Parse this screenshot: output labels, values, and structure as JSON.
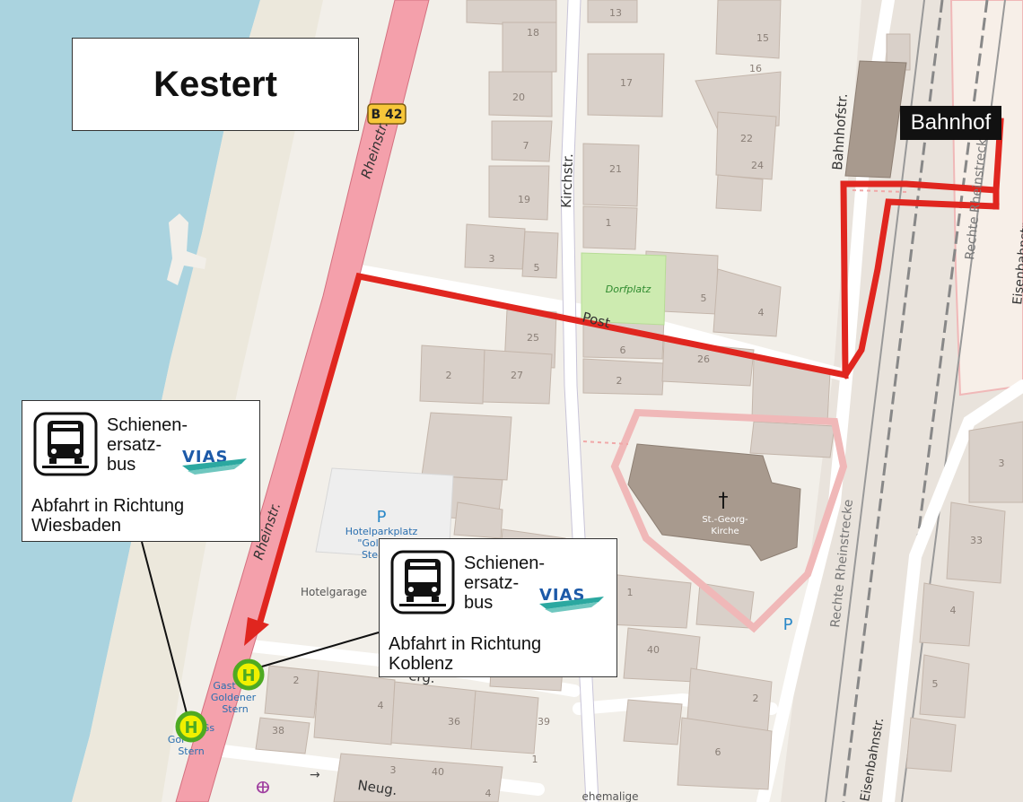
{
  "title": "Kestert",
  "station_label": "Bahnhof",
  "colors": {
    "water": "#aad3df",
    "shore": "#efe7d0",
    "land": "#f2efe9",
    "primary_road": "#f4a0ab",
    "primary_road_edge": "#d4707f",
    "building": "#d9d0c9",
    "building_edge": "#c4b6ab",
    "church": "#a89a8e",
    "green": "#cdebb0",
    "route": "#e0261f",
    "stop_yellow": "#f0f000",
    "stop_green": "#4eaa22",
    "vias_blue": "#1d5aa8",
    "vias_teal": "#2ba8a0"
  },
  "map": {
    "roads": {
      "rheinstr_north": "Rheinstr.",
      "rheinstr_south": "Rheinstr.",
      "kirchstr": "Kirchstr.",
      "bahnhofstr": "Bahnhofstr.",
      "post": "Post",
      "neug": "Neug.",
      "erg": "erg.",
      "rechte_rheinstrecke_south": "Rechte Rheinstrecke",
      "rechte_rheinstrecke_north": "Rechte Rheinstrecke",
      "eisenbahnstr_north": "Eisenbahnstr.",
      "eisenbahnstr_south": "Eisenbahnstr.",
      "route_shield": "B 42"
    },
    "places": {
      "dorfplatz": "Dorfplatz",
      "church_line1": "St.-Georg-",
      "church_line2": "Kirche",
      "church_symbol": "†",
      "parking_symbol": "P",
      "parking2_symbol": "P",
      "hotelparkplatz_line1": "Hotelparkplatz",
      "hotelparkplatz_line2": "\"Gol",
      "hotelparkplatz_line3": "Ste",
      "hotelgarage": "Hotelgarage",
      "gasthaus1_line1": "Gast",
      "gasthaus1_line2": "Goldener",
      "gasthaus1_line3": "Stern",
      "gasthaus2_line1": "Gs",
      "gasthaus2_line2": "Gol",
      "gasthaus2_line3": "Stern",
      "ehemalige": "ehemalige",
      "stop_symbol": "H",
      "oneway_arrow": "→",
      "bicycle_symbol": "ⴲ"
    },
    "house_numbers": [
      "13",
      "18",
      "15",
      "16",
      "20",
      "17",
      "22",
      "7",
      "24",
      "19",
      "21",
      "1",
      "3",
      "5",
      "5",
      "4",
      "25",
      "6",
      "26",
      "2",
      "27",
      "2",
      "3",
      "33",
      "1",
      "40",
      "2",
      "4",
      "36",
      "39",
      "38",
      "1",
      "3",
      "40",
      "4",
      "4",
      "5",
      "2",
      "6"
    ]
  },
  "sev_wiesbaden": {
    "label": "Schienen-\nersatz-\nbus",
    "operator": "VIAS",
    "direction": "Abfahrt in Richtung\nWiesbaden"
  },
  "sev_koblenz": {
    "label": "Schienen-\nersatz-\nbus",
    "operator": "VIAS",
    "direction": "Abfahrt in Richtung\nKoblenz"
  }
}
